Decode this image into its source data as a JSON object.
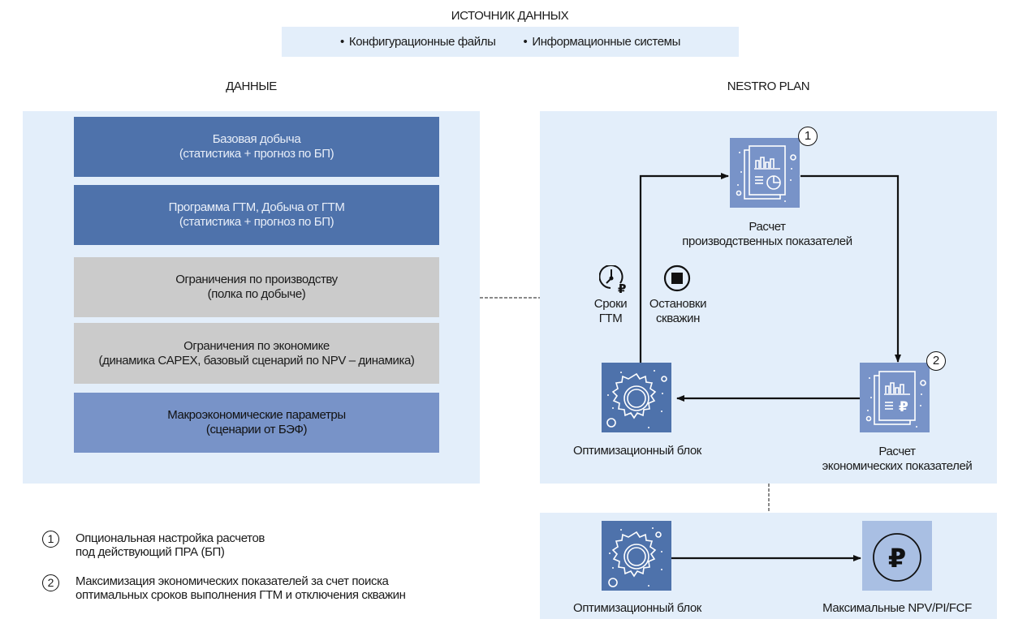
{
  "source": {
    "title": "ИСТОЧНИК ДАННЫХ",
    "items": [
      "Конфигурационные файлы",
      "Информационные системы"
    ]
  },
  "data_section": {
    "title": "ДАННЫЕ",
    "boxes": [
      {
        "line1": "Базовая добыча",
        "line2": "(статистика + прогноз по БП)",
        "style": "dark"
      },
      {
        "line1": "Программа ГТМ, Добыча от ГТМ",
        "line2": "(статистика + прогноз по БП)",
        "style": "dark"
      },
      {
        "line1": "Ограничения по производству",
        "line2": "(полка по добыче)",
        "style": "gray"
      },
      {
        "line1": "Ограничения по экономике",
        "line2": "(динамика CAPEX, базовый сценарий по NPV – динамика)",
        "style": "gray"
      },
      {
        "line1": "Макроэкономические параметры",
        "line2": "(сценарии от БЭФ)",
        "style": "mid"
      }
    ]
  },
  "nestro": {
    "title": "NESTRO PLAN",
    "production_calc": {
      "line1": "Расчет",
      "line2": "производственных показателей",
      "badge": "1",
      "icon": "report-chart-icon"
    },
    "economic_calc": {
      "line1": "Расчет",
      "line2": "экономических показателей",
      "badge": "2",
      "icon": "report-ruble-icon"
    },
    "optimization_block": {
      "label": "Оптимизационный блок",
      "icon": "gear-icon"
    },
    "params": [
      {
        "line1": "Сроки",
        "line2": "ГТМ",
        "icon": "clock-ruble-icon"
      },
      {
        "line1": "Остановки",
        "line2": "скважин",
        "icon": "stop-icon"
      }
    ]
  },
  "result": {
    "optimization_block": {
      "label": "Оптимизационный блок",
      "icon": "gear-icon"
    },
    "output": {
      "label": "Максимальные NPV/PI/FCF",
      "icon": "ruble-circle-icon"
    }
  },
  "legend": [
    {
      "num": "1",
      "line1": "Опциональная настройка расчетов",
      "line2": "под действующий ПРА (БП)"
    },
    {
      "num": "2",
      "line1": "Максимизация экономических показателей за счет поиска",
      "line2": "оптимальных сроков выполнения ГТМ и отключения скважин"
    }
  ],
  "colors": {
    "panel_bg": "#e3eefa",
    "dark_blue": "#4e72ab",
    "mid_blue": "#7893c8",
    "light_blue": "#a9bfe3",
    "gray": "#cbcbcb"
  }
}
